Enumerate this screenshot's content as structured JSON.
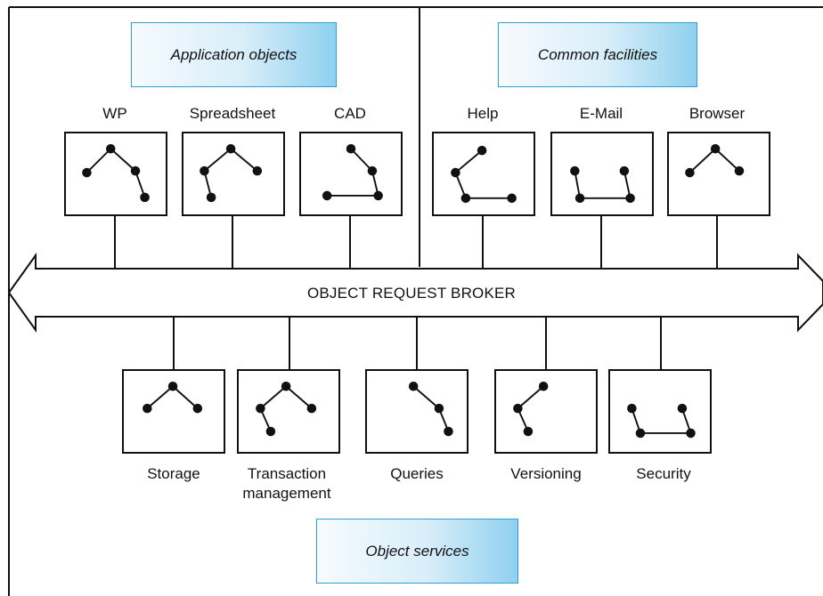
{
  "categories": {
    "application_objects": "Application objects",
    "common_facilities": "Common facilities",
    "object_services": "Object services"
  },
  "broker_label": "OBJECT REQUEST BROKER",
  "application_objects": [
    {
      "label": "WP",
      "icon": "tree-graph-icon"
    },
    {
      "label": "Spreadsheet",
      "icon": "tree-graph-icon"
    },
    {
      "label": "CAD",
      "icon": "tree-graph-icon"
    }
  ],
  "common_facilities": [
    {
      "label": "Help",
      "icon": "tree-graph-icon"
    },
    {
      "label": "E-Mail",
      "icon": "tree-graph-icon"
    },
    {
      "label": "Browser",
      "icon": "tree-graph-icon"
    }
  ],
  "object_services": [
    {
      "label": "Storage",
      "icon": "tree-graph-icon"
    },
    {
      "label": "Transaction management",
      "line1": "Transaction",
      "line2": "management",
      "icon": "tree-graph-icon"
    },
    {
      "label": "Queries",
      "icon": "tree-graph-icon"
    },
    {
      "label": "Versioning",
      "icon": "tree-graph-icon"
    },
    {
      "label": "Security",
      "icon": "tree-graph-icon"
    }
  ],
  "colors": {
    "accent": "#2e9fd6",
    "line": "#111111"
  }
}
